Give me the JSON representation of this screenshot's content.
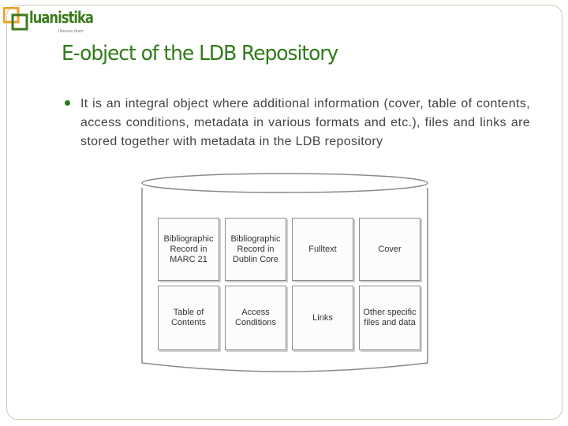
{
  "logo": {
    "name": "luanistika",
    "tagline": "Ilmoves ibam",
    "colors": {
      "green": "#3e7b1d",
      "orange": "#f0a022"
    }
  },
  "slide": {
    "title": "E-object of the LDB Repository",
    "bullet": "It is an integral object where additional information (cover, table of contents, access conditions, metadata in various formats and etc.), files and links are stored together with metadata in the LDB repository"
  },
  "diagram": {
    "shape": "cylinder",
    "cells": [
      {
        "label": "Bibliographic Record in MARC 21"
      },
      {
        "label": "Bibliographic Record in Dublin Core"
      },
      {
        "label": "Fulltext"
      },
      {
        "label": "Cover"
      },
      {
        "label": "Table of Contents"
      },
      {
        "label": "Access Conditions"
      },
      {
        "label": "Links"
      },
      {
        "label": "Other specific files and data"
      }
    ]
  },
  "colors": {
    "accent": "#2f7a17",
    "text": "#444444",
    "frame": "#cfc9b4"
  }
}
